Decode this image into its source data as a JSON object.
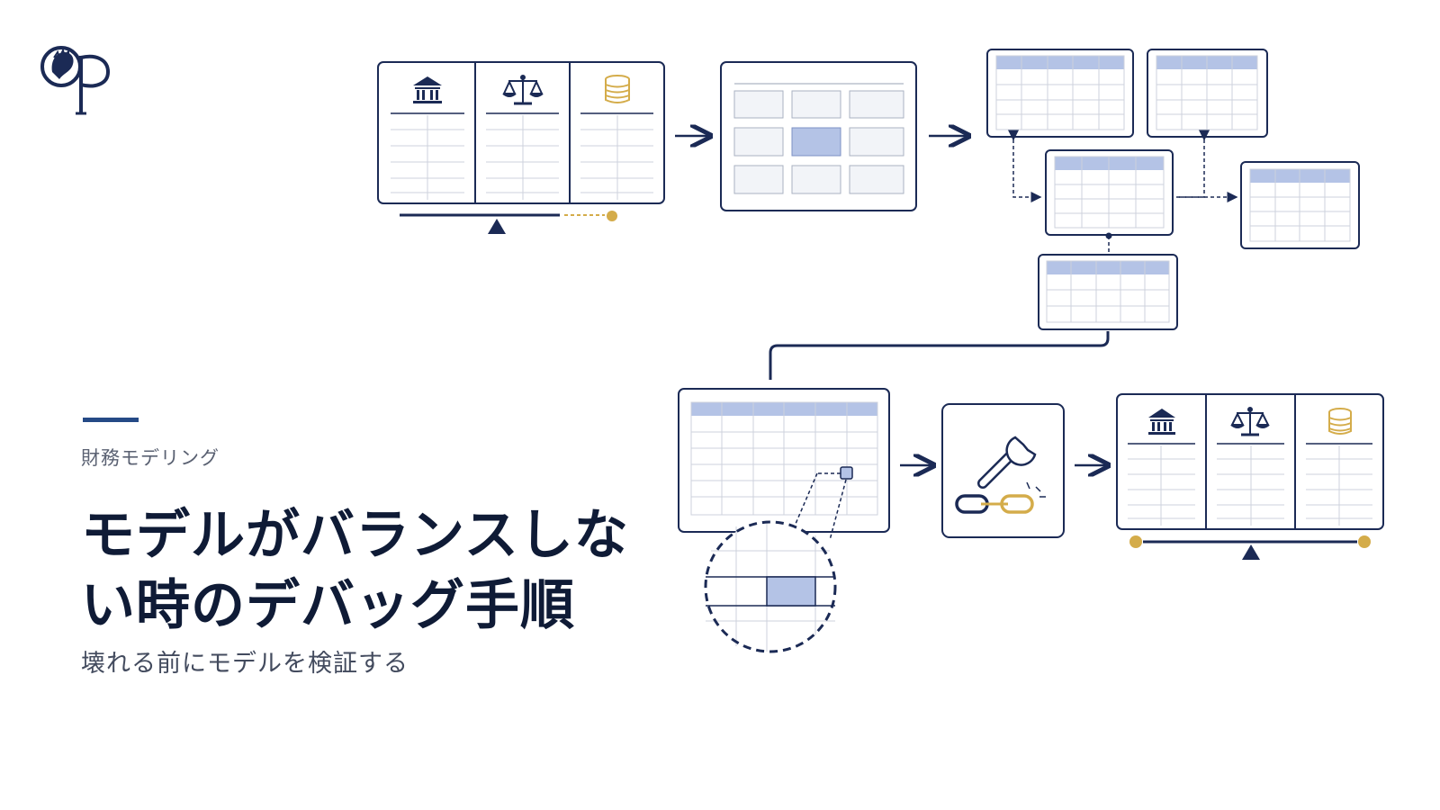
{
  "brand": {
    "logo_icon": "lion-op-monogram-icon"
  },
  "slide": {
    "category": "財務モデリング",
    "title": "モデルがバランスしない時のデバッグ手順",
    "subtitle": "壊れる前にモデルを検証する"
  },
  "colors": {
    "navy": "#1b2a55",
    "gold": "#d4ac4a",
    "accent_blue": "#254a86",
    "highlight": "#b4c3e6",
    "grid": "#c9ced9"
  },
  "diagram": {
    "icons": [
      "bank-icon",
      "scales-icon",
      "coins-icon",
      "wrench-icon",
      "broken-chain-icon",
      "magnifier-circle-icon"
    ]
  }
}
